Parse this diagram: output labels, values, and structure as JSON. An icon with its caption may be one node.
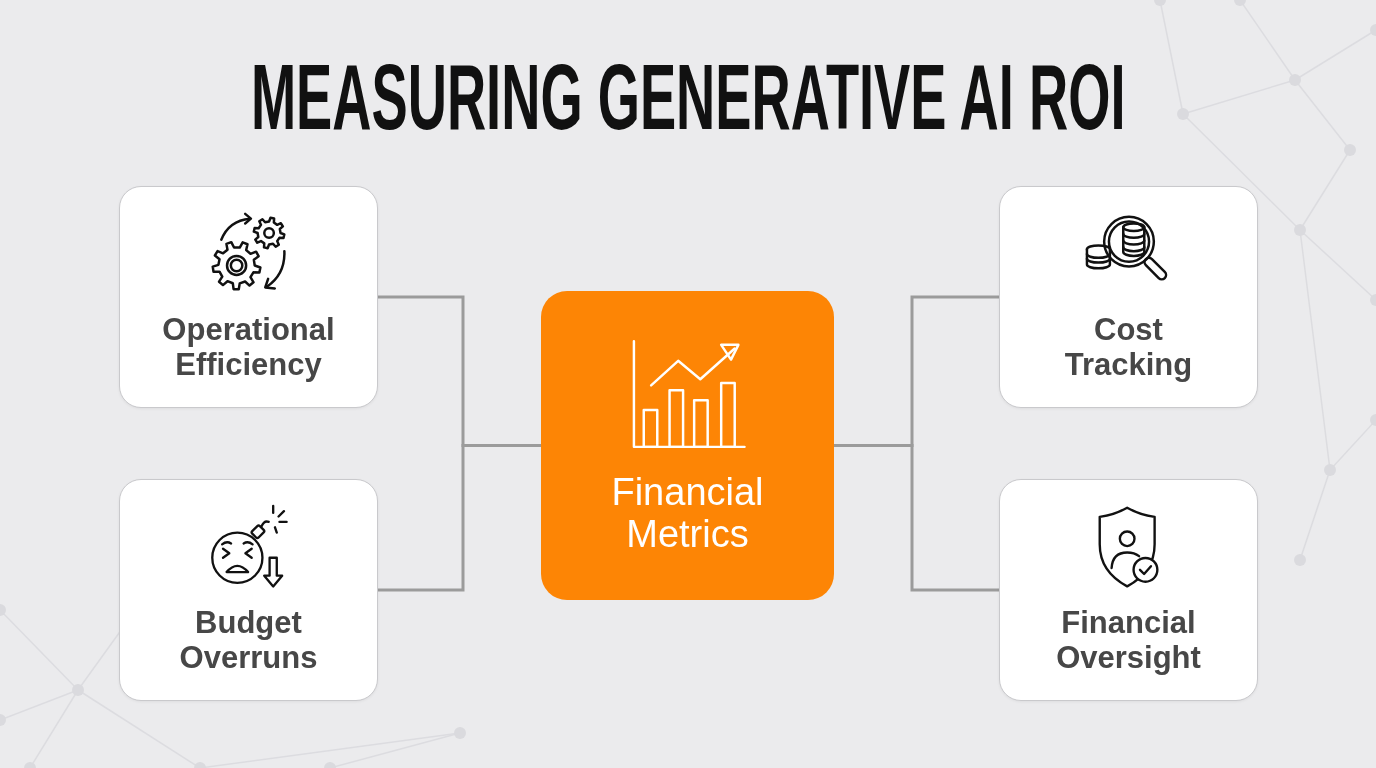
{
  "diagram": {
    "title": "MEASURING GENERATIVE AI ROI",
    "nodes": [
      {
        "text": [
          "Operational Efficiency"
        ]
      },
      {
        "text": [
          "Cost Tracking"
        ]
      },
      {
        "text": [
          "Financial Metrics"
        ]
      },
      {
        "text": [
          "Budget Overruns"
        ]
      },
      {
        "text": [
          "Financial Oversight"
        ]
      }
    ],
    "edges": [
      {
        "from": 0,
        "to": 2,
        "arrow": "none"
      },
      {
        "from": 3,
        "to": 2,
        "arrow": "none"
      },
      {
        "from": 2,
        "to": 1,
        "arrow": "none"
      },
      {
        "from": 2,
        "to": 4,
        "arrow": "none"
      }
    ]
  }
}
